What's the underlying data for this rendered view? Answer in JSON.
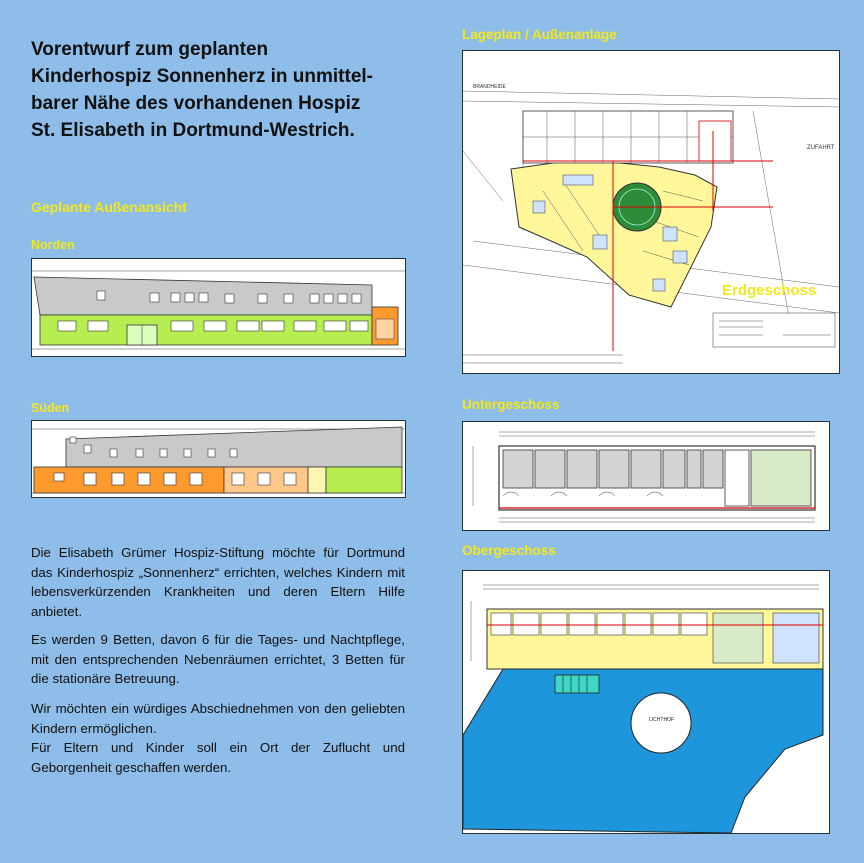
{
  "title": "Vorentwurf zum geplanten\nKinderhospiz Sonnenherz in unmittel-\nbarer  Nähe des vorhandenen Hospiz\nSt. Elisabeth in Dortmund-Westrich.",
  "left": {
    "section_heading": "Geplante Außenansicht",
    "north_label": "Norden",
    "south_label": "Süden"
  },
  "right": {
    "site_plan_label": "Lageplan / Außenanlage",
    "ground_floor_label": "Erdgeschoss",
    "basement_label": "Untergeschoss",
    "upper_floor_label": "Obergeschoss"
  },
  "plan_texts": {
    "brandheide": "BRANDHEIDE",
    "zufahrt": "ZUFAHRT",
    "lichthof": "LICHTHOF"
  },
  "paragraphs": [
    "Die Elisabeth Grümer Hospiz-Stiftung möchte für Dortmund das Kinderhospiz „Sonnenherz“ errichten, welches Kindern mit lebensverkürzenden Krankheiten und deren Eltern Hilfe anbietet.",
    "Es werden 9 Betten, davon 6 für die Tages- und Nachtpflege, mit den entsprechenden Nebenräumen errichtet, 3 Betten für die stationäre Betreuung.",
    "Wir möchten ein würdiges Abschiednehmen von den geliebten Kindern ermöglichen.",
    "Für Eltern und Kinder soll ein Ort der Zuflucht und Geborgenheit geschaffen werden."
  ],
  "colors": {
    "background": "#8dbde8",
    "label_yellow": "#f5e81a",
    "facade_green": "#b6ee52",
    "facade_orange": "#ff9a2e",
    "plan_yellow": "#fff79a",
    "plan_blue": "#1e96dc"
  }
}
